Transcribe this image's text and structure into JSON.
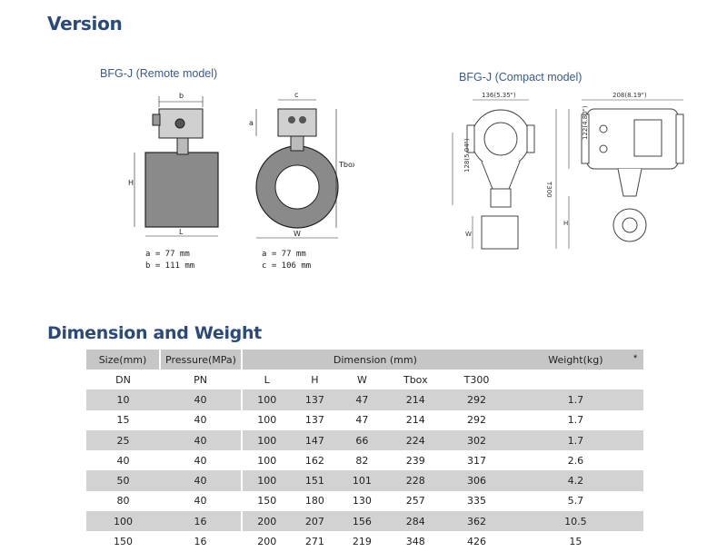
{
  "headings": {
    "version": "Version",
    "dimension_weight": "Dimension and Weight"
  },
  "captions": {
    "remote": "BFG-J (Remote model)",
    "compact": "BFG-J (Compact model)"
  },
  "remote_figure": {
    "side_labels": {
      "b": "b",
      "a": "a",
      "H": "H",
      "L": "L"
    },
    "front_labels": {
      "c": "c",
      "a": "a",
      "Tbox": "Tbox",
      "W": "W"
    },
    "notes_left": [
      "a = 77 mm",
      "b = 111 mm"
    ],
    "notes_right": [
      "a = 77 mm",
      "c = 106 mm"
    ]
  },
  "compact_figure": {
    "front_top": "136(5.35\")",
    "front_side": "128(5.04\")",
    "front_w": "W",
    "side_top": "208(8.19\")",
    "side_122": "122(4.80\")",
    "side_t300": "T300",
    "side_h": "H"
  },
  "table": {
    "header_size": "Size(mm)",
    "header_pressure": "Pressure(MPa)",
    "header_dimension": "Dimension (mm)",
    "header_weight": "Weight(kg)",
    "star": "*",
    "sub": [
      "DN",
      "PN",
      "L",
      "H",
      "W",
      "Tbox",
      "T300",
      ""
    ],
    "rows": [
      [
        "10",
        "40",
        "100",
        "137",
        "47",
        "214",
        "292",
        "1.7"
      ],
      [
        "15",
        "40",
        "100",
        "137",
        "47",
        "214",
        "292",
        "1.7"
      ],
      [
        "25",
        "40",
        "100",
        "147",
        "66",
        "224",
        "302",
        "1.7"
      ],
      [
        "40",
        "40",
        "100",
        "162",
        "82",
        "239",
        "317",
        "2.6"
      ],
      [
        "50",
        "40",
        "100",
        "151",
        "101",
        "228",
        "306",
        "4.2"
      ],
      [
        "80",
        "40",
        "150",
        "180",
        "130",
        "257",
        "335",
        "5.7"
      ],
      [
        "100",
        "16",
        "200",
        "207",
        "156",
        "284",
        "362",
        "10.5"
      ],
      [
        "150",
        "16",
        "200",
        "271",
        "219",
        "348",
        "426",
        "15"
      ]
    ]
  }
}
